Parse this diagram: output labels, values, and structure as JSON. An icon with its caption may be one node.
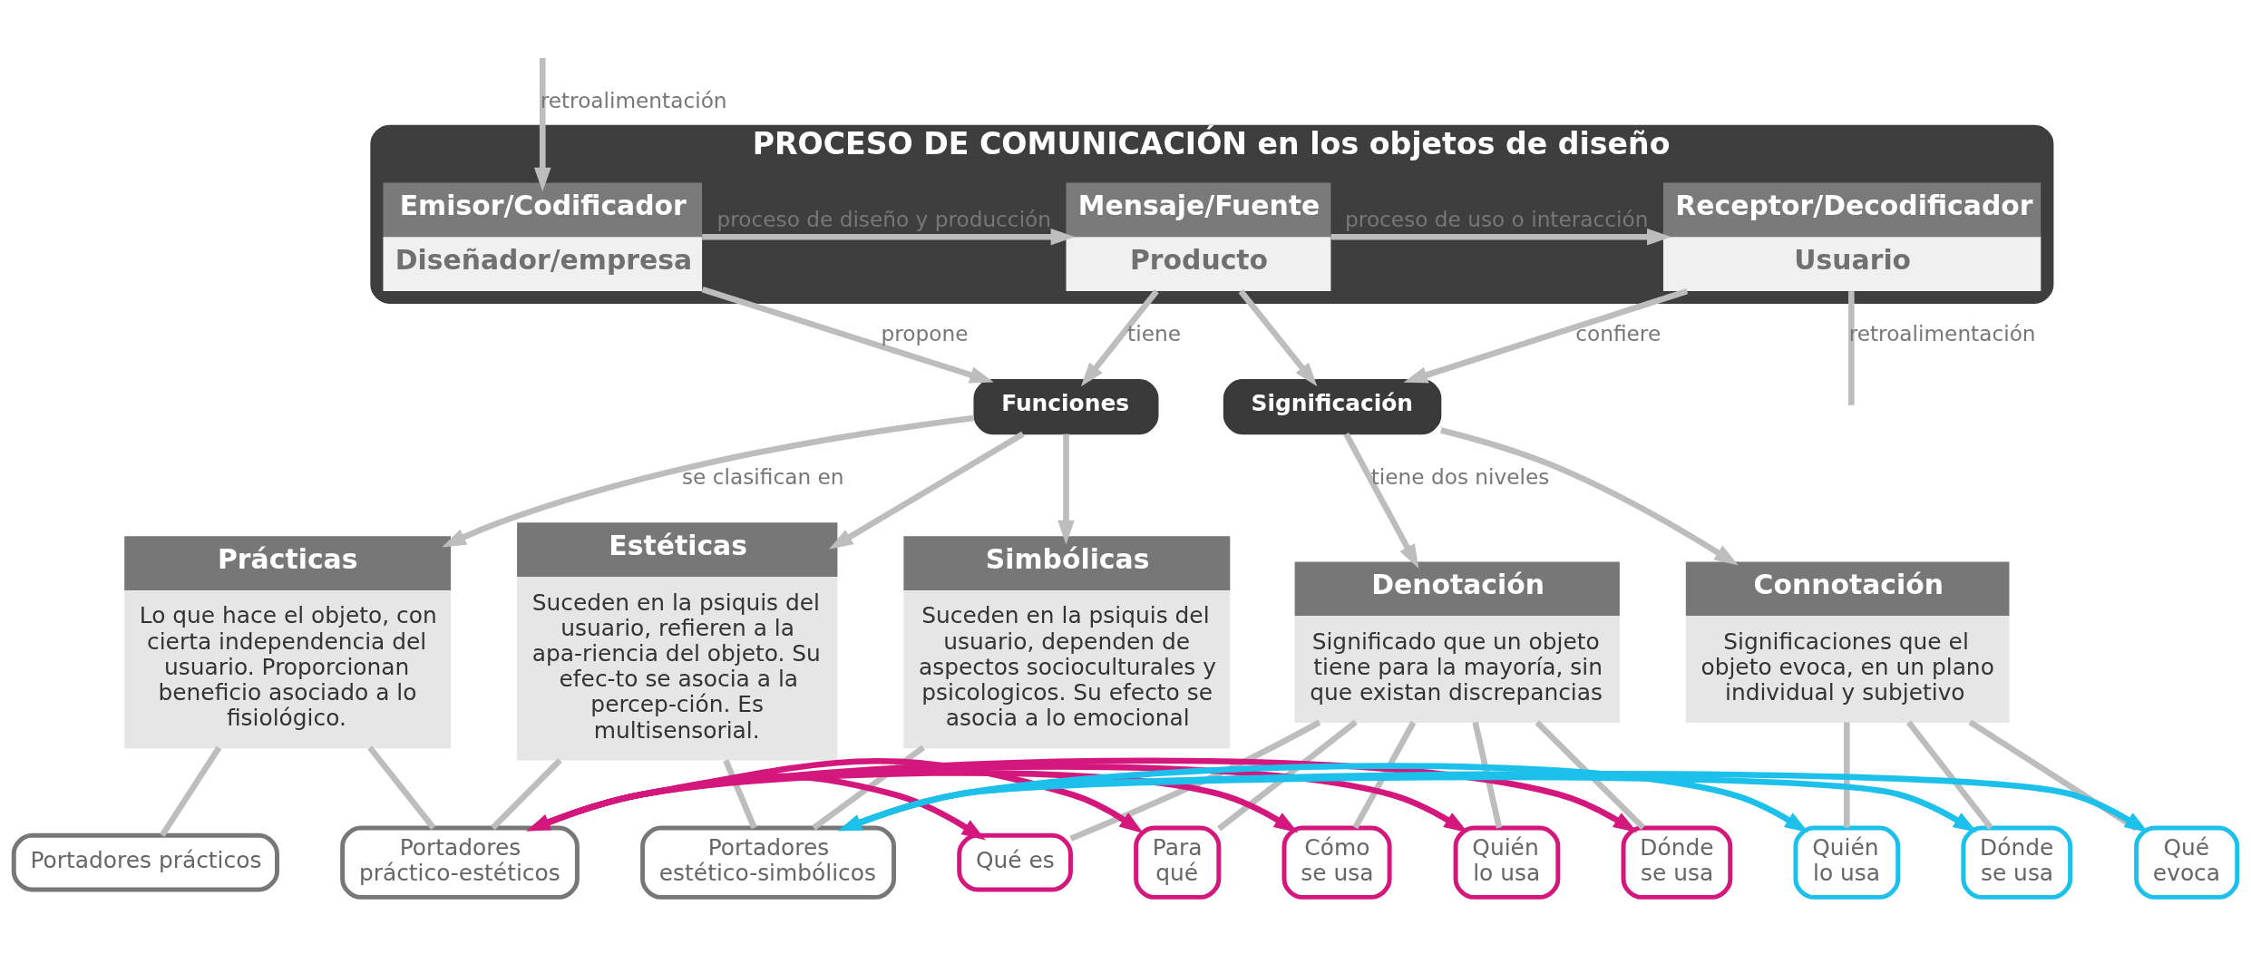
{
  "diagram": {
    "nodes": [
      {
        "text": [
          "PROCESO DE COMUNICACIÓN en los objetos de diseño"
        ]
      },
      {
        "text": [
          "Emisor/Codificador",
          "Diseñador/empresa"
        ],
        "in": 0
      },
      {
        "text": [
          "Mensaje/Fuente",
          "Producto"
        ],
        "in": 0
      },
      {
        "text": [
          "Receptor/Decodificador",
          "Usuario"
        ],
        "in": 0
      },
      {
        "text": [
          "Funciones"
        ]
      },
      {
        "text": [
          "Significación"
        ]
      },
      {
        "text": [
          "Prácticas",
          "Lo que hace el objeto, con cierta independencia del usuario. Proporcionan beneficio asociado a lo fisiológico."
        ]
      },
      {
        "text": [
          "Estéticas",
          "Suceden en la psiquis del usuario, refieren a la apa-riencia del objeto. Su efec-to se asocia a la percep-ción. Es multisensorial."
        ]
      },
      {
        "text": [
          "Simbólicas",
          "Suceden en la psiquis del usuario, dependen de aspectos socioculturales y psicologicos. Su efecto se asocia a lo emocional"
        ]
      },
      {
        "text": [
          "Denotación",
          "Significado que un objeto tiene para la mayoría, sin que existan discrepancias"
        ]
      },
      {
        "text": [
          "Connotación",
          "Significaciones que el objeto evoca, en un plano individual y subjetivo"
        ]
      },
      {
        "text": [
          "Portadores prácticos"
        ]
      },
      {
        "text": [
          "Portadores práctico-estéticos"
        ]
      },
      {
        "text": [
          "Portadores estético-simbólicos"
        ]
      },
      {
        "text": [
          "Qué es"
        ]
      },
      {
        "text": [
          "Para qué"
        ]
      },
      {
        "text": [
          "Cómo se usa"
        ]
      },
      {
        "text": [
          "Quién lo usa"
        ]
      },
      {
        "text": [
          "Dónde se usa"
        ]
      },
      {
        "text": [
          "Quién lo usa"
        ]
      },
      {
        "text": [
          "Dónde se usa"
        ]
      },
      {
        "text": [
          "Qué evoca"
        ]
      }
    ],
    "edges": [
      {
        "from": 1,
        "to": 2,
        "arrow": "to",
        "label": "proceso de diseño y producción"
      },
      {
        "from": 2,
        "to": 3,
        "arrow": "to",
        "label": "proceso de uso o interacción"
      },
      {
        "from": null,
        "to": 1,
        "arrow": "to",
        "label": "retroalimentación"
      },
      {
        "from": 3,
        "to": null,
        "arrow": "none",
        "label": "retroalimentación"
      },
      {
        "from": 1,
        "to": 4,
        "arrow": "to",
        "label": "propone"
      },
      {
        "from": 2,
        "to": 4,
        "arrow": "to",
        "label": "tiene"
      },
      {
        "from": 2,
        "to": 5,
        "arrow": "to"
      },
      {
        "from": 3,
        "to": 5,
        "arrow": "to",
        "label": "confiere"
      },
      {
        "from": 4,
        "to": 6,
        "arrow": "to",
        "label": "se clasifican en"
      },
      {
        "from": 4,
        "to": 7,
        "arrow": "to"
      },
      {
        "from": 4,
        "to": 8,
        "arrow": "to"
      },
      {
        "from": 5,
        "to": 9,
        "arrow": "to",
        "label": "tiene dos niveles"
      },
      {
        "from": 5,
        "to": 10,
        "arrow": "to"
      },
      {
        "from": 6,
        "to": 11,
        "arrow": "none"
      },
      {
        "from": 6,
        "to": 12,
        "arrow": "none"
      },
      {
        "from": 7,
        "to": 12,
        "arrow": "none"
      },
      {
        "from": 7,
        "to": 13,
        "arrow": "none"
      },
      {
        "from": 8,
        "to": 13,
        "arrow": "none"
      },
      {
        "from": 9,
        "to": 14,
        "arrow": "none"
      },
      {
        "from": 9,
        "to": 15,
        "arrow": "none"
      },
      {
        "from": 9,
        "to": 16,
        "arrow": "none"
      },
      {
        "from": 9,
        "to": 17,
        "arrow": "none"
      },
      {
        "from": 9,
        "to": 18,
        "arrow": "none"
      },
      {
        "from": 10,
        "to": 19,
        "arrow": "none"
      },
      {
        "from": 10,
        "to": 20,
        "arrow": "none"
      },
      {
        "from": 10,
        "to": 21,
        "arrow": "none"
      },
      {
        "from": 12,
        "to": 14,
        "arrow": "to",
        "color": "#d4177c"
      },
      {
        "from": 12,
        "to": 15,
        "arrow": "to",
        "color": "#d4177c"
      },
      {
        "from": 12,
        "to": 16,
        "arrow": "both",
        "color": "#d4177c"
      },
      {
        "from": 12,
        "to": 17,
        "arrow": "to",
        "color": "#d4177c"
      },
      {
        "from": 12,
        "to": 18,
        "arrow": "to",
        "color": "#d4177c"
      },
      {
        "from": 13,
        "to": 19,
        "arrow": "to",
        "color": "#1cc0ea"
      },
      {
        "from": 13,
        "to": 20,
        "arrow": "both",
        "color": "#1cc0ea"
      },
      {
        "from": 13,
        "to": 21,
        "arrow": "to",
        "color": "#1cc0ea"
      }
    ]
  }
}
